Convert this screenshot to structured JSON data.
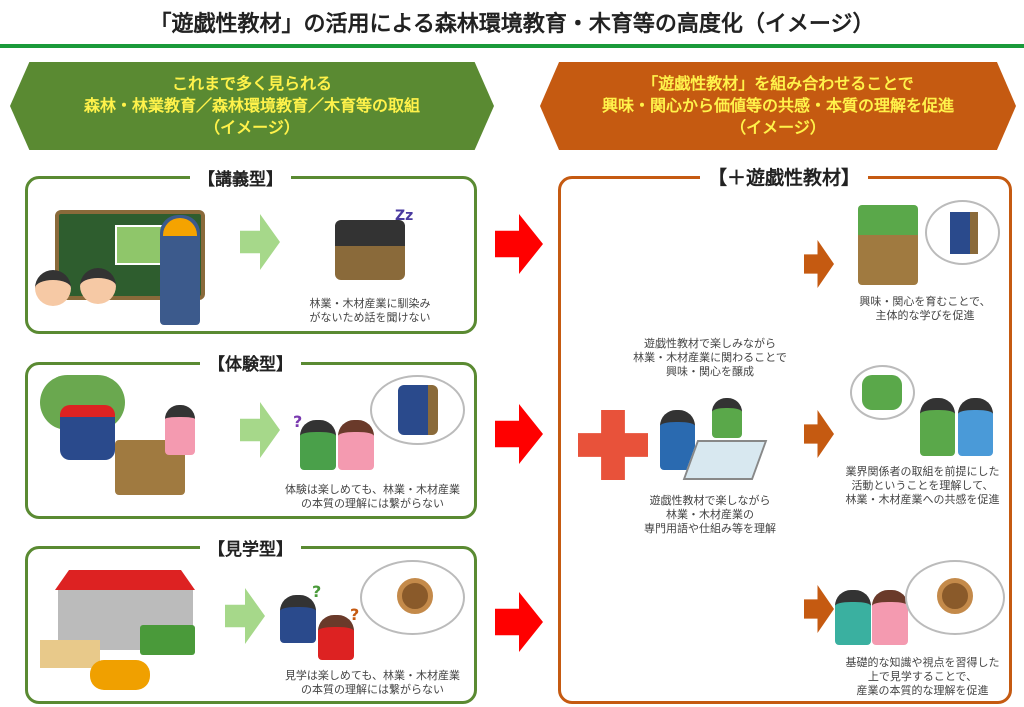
{
  "title": "「遊戯性教材」の活用による森林環境教育・木育等の高度化（イメージ）",
  "left_banner": {
    "line1": "これまで多く見られる",
    "line2": "森林・林業教育／森林環境教育／木育等の取組",
    "line3": "（イメージ）"
  },
  "right_banner": {
    "line1": "「遊戯性教材」を組み合わせることで",
    "line2": "興味・関心から価値等の共感・本質の理解を促進",
    "line3": "（イメージ）"
  },
  "left_panels": [
    {
      "label": "【講義型】",
      "caption1": "林業・木材産業に馴染み",
      "caption2": "がないため話を聞けない"
    },
    {
      "label": "【体験型】",
      "caption1": "体験は楽しめても、林業・木材産業",
      "caption2": "の本質の理解には繋がらない"
    },
    {
      "label": "【見学型】",
      "caption1": "見学は楽しめても、林業・木材産業",
      "caption2": "の本質の理解には繋がらない"
    }
  ],
  "right_panel": {
    "label": "【＋遊戯性教材】",
    "center_top": [
      "遊戯性教材で楽しみながら",
      "林業・木材産業に関わることで",
      "興味・関心を醸成"
    ],
    "center_bottom": [
      "遊戯性教材で楽しながら",
      "林業・木材産業の",
      "専門用語や仕組み等を理解"
    ],
    "outcomes": [
      {
        "lines": [
          "興味・関心を育むことで、",
          "主体的な学びを促進"
        ]
      },
      {
        "lines": [
          "業界関係者の取組を前提にした",
          "活動ということを理解して、",
          "林業・木材産業への共感を促進"
        ]
      },
      {
        "lines": [
          "基礎的な知識や視点を習得した",
          "上で見学することで、",
          "産業の本質的な理解を促進"
        ]
      }
    ]
  },
  "colors": {
    "green": "#5a8a32",
    "orange": "#c55a11",
    "red": "#ff0000",
    "yellow": "#fff24a"
  }
}
